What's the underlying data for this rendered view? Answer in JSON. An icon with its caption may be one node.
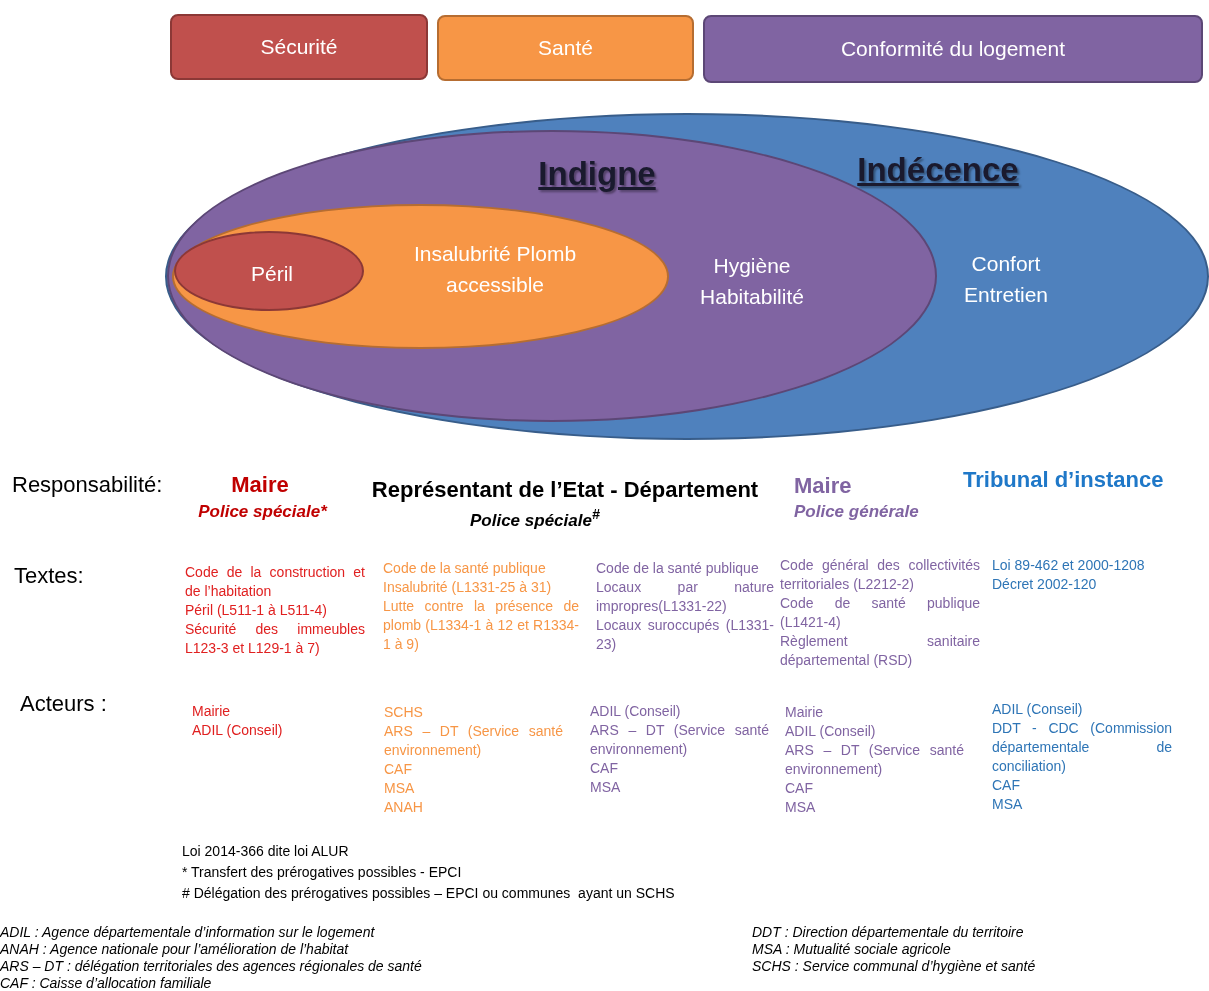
{
  "diagram": {
    "nodes": [
      {
        "text": [
          "Sécurité"
        ]
      },
      {
        "text": [
          "Santé"
        ]
      },
      {
        "text": [
          "Conformité du logement"
        ]
      },
      {
        "text": [
          "Indécence",
          "Confort Entretien"
        ]
      },
      {
        "text": [
          "Indigne",
          "Hygiène Habitabilité"
        ],
        "in": 3
      },
      {
        "text": [
          "Insalubrité Plomb accessible"
        ],
        "in": 4
      },
      {
        "text": [
          "Péril"
        ],
        "in": 5
      }
    ],
    "labels": [
      "Responsabilité:",
      "Maire",
      "Police spéciale*",
      "Représentant de l’Etat - Département",
      "Police spéciale$^{#}$",
      "Maire",
      "Police générale",
      "Tribunal d’instance",
      "Textes:",
      "Code de la construction et de l’habitation",
      "Péril (L511-1 à L511-4)",
      "Sécurité des immeubles L123-3 et L129-1 à 7)",
      "Code de la santé publique",
      "Insalubrité (L1331-25 à 31)",
      "Lutte contre la présence de plomb (L1334-1 à 12 et R1334-1 à 9)",
      "Code de la santé publique",
      "Locaux par nature impropres(L1331-22)",
      "Locaux suroccupés (L1331-23)",
      "Code général des collectivités territoriales (L2212-2)",
      "Code de santé publique (L1421-4)",
      "Règlement sanitaire départemental (RSD)",
      "Loi 89-462 et 2000-1208",
      "Décret 2002-120",
      "Acteurs :",
      "Mairie",
      "ADIL (Conseil)",
      "SCHS",
      "ARS – DT (Service santé environnement)",
      "CAF",
      "MSA",
      "ANAH",
      "ADIL (Conseil)",
      "ARS – DT (Service santé environnement)",
      "CAF",
      "MSA",
      "Mairie",
      "ADIL (Conseil)",
      "ARS – DT (Service santé environnement)",
      "CAF",
      "MSA",
      "ADIL (Conseil)",
      "DDT - CDC (Commission départementale de conciliation)",
      "CAF",
      "MSA",
      "Loi 2014-366 dite loi ALUR",
      "* Transfert des prérogatives possibles - EPCI",
      "# Délégation des prérogatives possibles – EPCI ou communes  ayant un SCHS",
      "ADIL : Agence départementale d’information sur le logement",
      "DDT : Direction départementale du territoire",
      "ANAH : Agence nationale pour l’amélioration de l’habitat",
      "MSA : Mutualité sociale agricole",
      "ARS – DT : délégation territoriales des agences régionales de santé",
      "SCHS : Service communal d’hygiène et santé",
      "CAF : Caisse d’allocation familiale"
    ]
  }
}
